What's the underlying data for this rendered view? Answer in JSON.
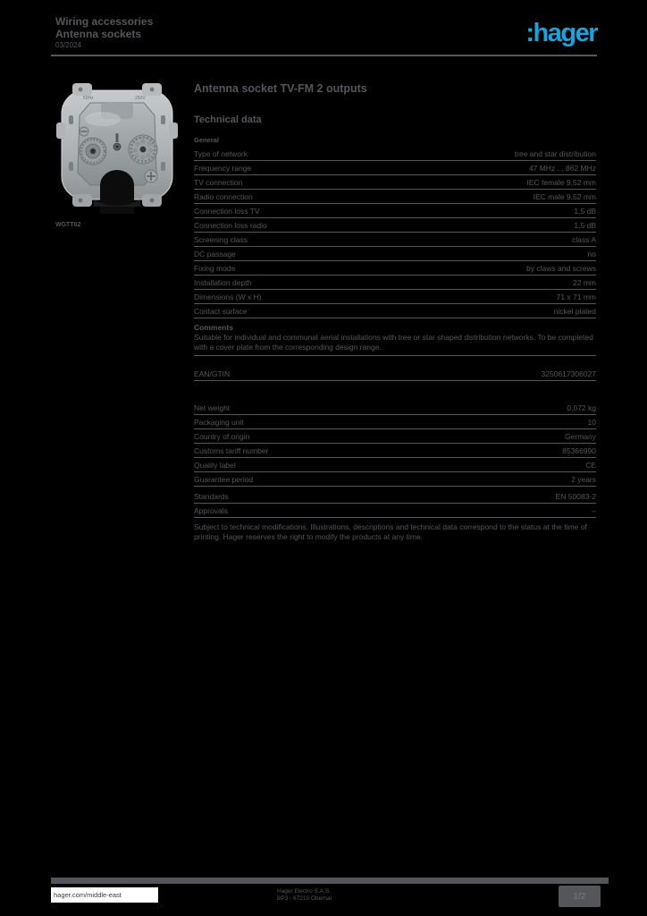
{
  "colors": {
    "background": "#000000",
    "text": "#54565a",
    "logo_blue": "#1aa3dc",
    "footer_box_bg": "#ffffff"
  },
  "header": {
    "title_line1": "Wiring accessories",
    "title_line2": "Antenna sockets",
    "title_line3": "03/2024",
    "logo_text": ":hager"
  },
  "product": {
    "reference": "WGTT02",
    "title": "Antenna socket TV-FM 2 outputs",
    "image_stamp_left": "50Hz",
    "image_stamp_right": "250V"
  },
  "main": {
    "section_heading": "Technical data",
    "subsection1": "General",
    "spec_rows": [
      {
        "label": "Type of network",
        "value": "tree and star distribution"
      },
      {
        "label": "Frequency range",
        "value": "47 MHz ... 862 MHz"
      },
      {
        "label": "TV connection",
        "value": "IEC female 9,52 mm"
      },
      {
        "label": "Radio connection",
        "value": "IEC male 9,52 mm"
      },
      {
        "label": "Connection loss TV",
        "value": "1,5 dB"
      },
      {
        "label": "Connection loss radio",
        "value": "1,5 dB"
      },
      {
        "label": "Screening class",
        "value": "class A"
      },
      {
        "label": "DC passage",
        "value": "no"
      },
      {
        "label": "Fixing mode",
        "value": "by claws and screws"
      },
      {
        "label": "Installation depth",
        "value": "22 mm"
      },
      {
        "label": "Dimensions (W x H)",
        "value": "71 x 71 mm"
      },
      {
        "label": "Contact surface",
        "value": "nickel plated"
      }
    ],
    "comments": {
      "label": "Comments",
      "text": "Suitable for individual and communal aerial installations with tree or star shaped distribution networks. To be completed with a cover plate from the corresponding design range."
    },
    "ean_row": {
      "label": "EAN/GTIN",
      "value": "3250617306027"
    },
    "logistics_rows": [
      {
        "label": "Net weight",
        "value": "0,072 kg"
      },
      {
        "label": "Packaging unit",
        "value": "10"
      },
      {
        "label": "Country of origin",
        "value": "Germany"
      },
      {
        "label": "Customs tariff number",
        "value": "85366990"
      },
      {
        "label": "Quality label",
        "value": "CE"
      },
      {
        "label": "Guarantee period",
        "value": "2 years"
      }
    ],
    "notes_rows": [
      {
        "label": "Standards",
        "value": "EN 50083-2"
      },
      {
        "label": "Approvals",
        "value": "–"
      }
    ],
    "disclaimer": "Subject to technical modifications. Illustrations, descriptions and technical data correspond to the status at the time of printing. Hager reserves the right to modify the products at any time."
  },
  "footer": {
    "website": "hager.com/middle-east",
    "address_line1": "Hager Electro S.A.S.",
    "address_line2": "BP3 - 67210 Obernai",
    "page_indicator": "1/2"
  }
}
